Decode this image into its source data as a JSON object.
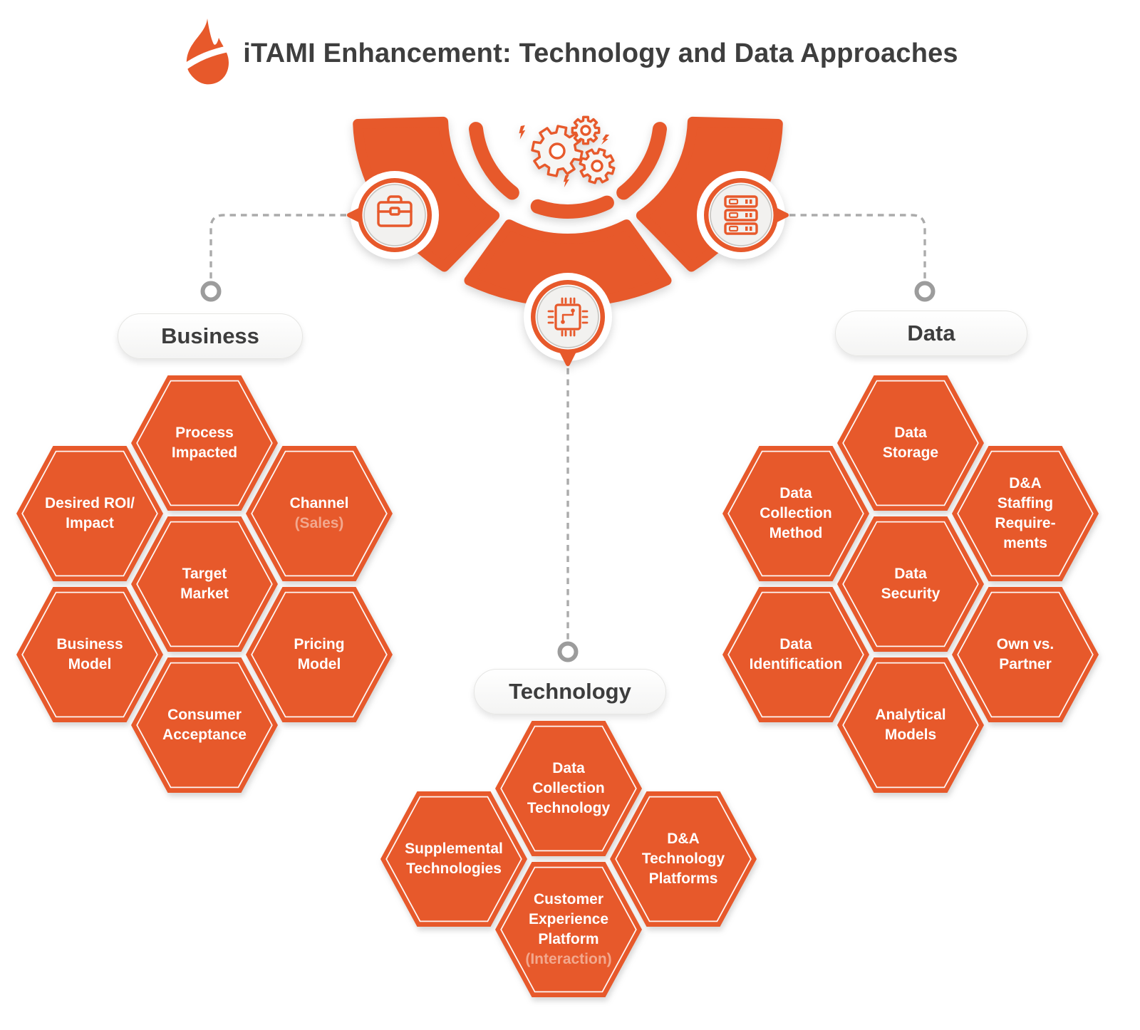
{
  "colors": {
    "accent": "#E7592B",
    "accent_light_text": "#F2A88E",
    "title_text": "#3E3E3E",
    "pill_text": "#3D3D3D",
    "connector_gray": "#ABABAB",
    "node_inner_fill": "#F2F1EF"
  },
  "header": {
    "title": "iTAMI Enhancement: Technology and Data Approaches",
    "logo_icon": "flame-icon"
  },
  "center": {
    "hub_icon": "gears-icon",
    "spark_icon": "lightning-bolt-icon",
    "nodes": [
      {
        "id": "business",
        "icon": "briefcase-icon"
      },
      {
        "id": "technology",
        "icon": "circuit-chip-icon"
      },
      {
        "id": "data",
        "icon": "server-stack-icon"
      }
    ]
  },
  "branches": {
    "business": {
      "label": "Business",
      "hexes": [
        {
          "label": "Process\nImpacted",
          "sub": ""
        },
        {
          "label": "Desired ROI/\nImpact",
          "sub": ""
        },
        {
          "label": "Channel",
          "sub": "(Sales)"
        },
        {
          "label": "Target\nMarket",
          "sub": ""
        },
        {
          "label": "Business\nModel",
          "sub": ""
        },
        {
          "label": "Pricing\nModel",
          "sub": ""
        },
        {
          "label": "Consumer\nAcceptance",
          "sub": ""
        }
      ]
    },
    "data": {
      "label": "Data",
      "hexes": [
        {
          "label": "Data\nStorage",
          "sub": ""
        },
        {
          "label": "Data\nCollection\nMethod",
          "sub": ""
        },
        {
          "label": "D&A\nStaffing\nRequire-\nments",
          "sub": ""
        },
        {
          "label": "Data\nSecurity",
          "sub": ""
        },
        {
          "label": "Data\nIdentification",
          "sub": ""
        },
        {
          "label": "Own vs.\nPartner",
          "sub": ""
        },
        {
          "label": "Analytical\nModels",
          "sub": ""
        }
      ]
    },
    "technology": {
      "label": "Technology",
      "hexes": [
        {
          "label": "Data\nCollection\nTechnology",
          "sub": ""
        },
        {
          "label": "Supplemental\nTechnologies",
          "sub": ""
        },
        {
          "label": "D&A\nTechnology\nPlatforms",
          "sub": ""
        },
        {
          "label": "Customer\nExperience\nPlatform",
          "sub": "(Interaction)"
        }
      ]
    }
  }
}
